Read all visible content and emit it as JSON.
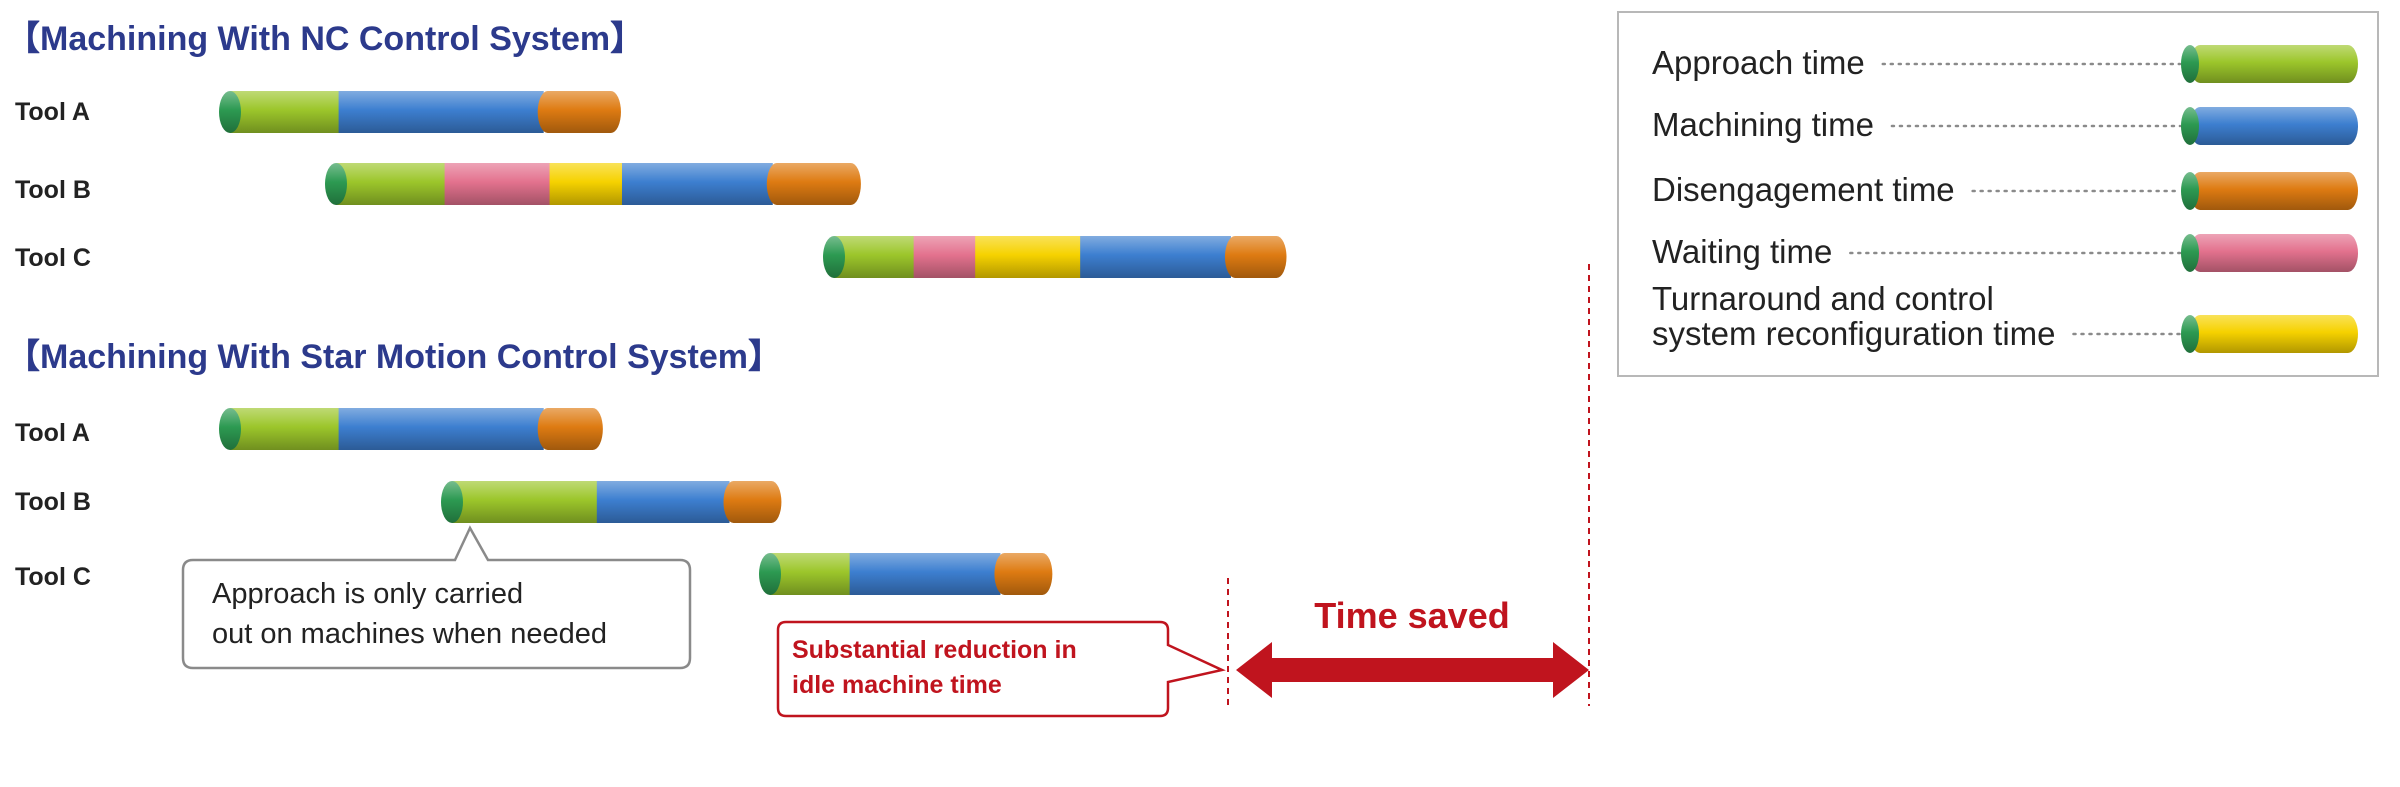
{
  "sections": [
    {
      "title": "【Machining With NC Control System】",
      "rows": [
        {
          "label": "Tool A",
          "segments": [
            [
              "approach",
              0.3
            ],
            [
              "machining",
              0.55
            ],
            [
              "disengagement",
              0.23
            ]
          ]
        },
        {
          "label": "Tool B",
          "segments": [
            [
              "approach",
              0.3
            ],
            [
              "waiting",
              0.29
            ],
            [
              "turnaround",
              0.2
            ],
            [
              "machining",
              0.4
            ],
            [
              "disengagement",
              0.26
            ]
          ]
        },
        {
          "label": "Tool C",
          "segments": [
            [
              "approach",
              0.22
            ],
            [
              "waiting",
              0.17
            ],
            [
              "turnaround",
              0.29
            ],
            [
              "machining",
              0.4
            ],
            [
              "disengagement",
              0.17
            ]
          ]
        }
      ]
    },
    {
      "title": "【Machining With Star Motion Control System】",
      "rows": [
        {
          "label": "Tool A",
          "segments": [
            [
              "approach",
              0.3
            ],
            [
              "machining",
              0.55
            ],
            [
              "disengagement",
              0.18
            ]
          ]
        },
        {
          "label": "Tool B",
          "segments": [
            [
              "approach",
              0.4
            ],
            [
              "machining",
              0.35
            ],
            [
              "disengagement",
              0.16
            ]
          ]
        },
        {
          "label": "Tool C",
          "segments": [
            [
              "approach",
              0.22
            ],
            [
              "machining",
              0.4
            ],
            [
              "disengagement",
              0.16
            ]
          ]
        }
      ]
    }
  ],
  "legend": [
    {
      "key": "approach",
      "lines": [
        "Approach time"
      ]
    },
    {
      "key": "machining",
      "lines": [
        "Machining time"
      ]
    },
    {
      "key": "disengagement",
      "lines": [
        "Disengagement time"
      ]
    },
    {
      "key": "waiting",
      "lines": [
        "Waiting time"
      ]
    },
    {
      "key": "turnaround",
      "lines": [
        "Turnaround and control",
        "system reconfiguration time"
      ]
    }
  ],
  "colors": {
    "approach": "#9cc62b",
    "machining": "#3d7fd0",
    "disengagement": "#de7b12",
    "waiting": "#e3728e",
    "turnaround": "#f6d200",
    "cap": "#2d9a52",
    "title": "#2c3a8c",
    "accent_red": "#c0141e"
  },
  "callouts": {
    "approach_note": [
      "Approach is only carried",
      "out on machines when needed"
    ],
    "reduction_note": [
      "Substantial reduction in",
      "idle machine time"
    ],
    "time_saved": "Time saved"
  }
}
